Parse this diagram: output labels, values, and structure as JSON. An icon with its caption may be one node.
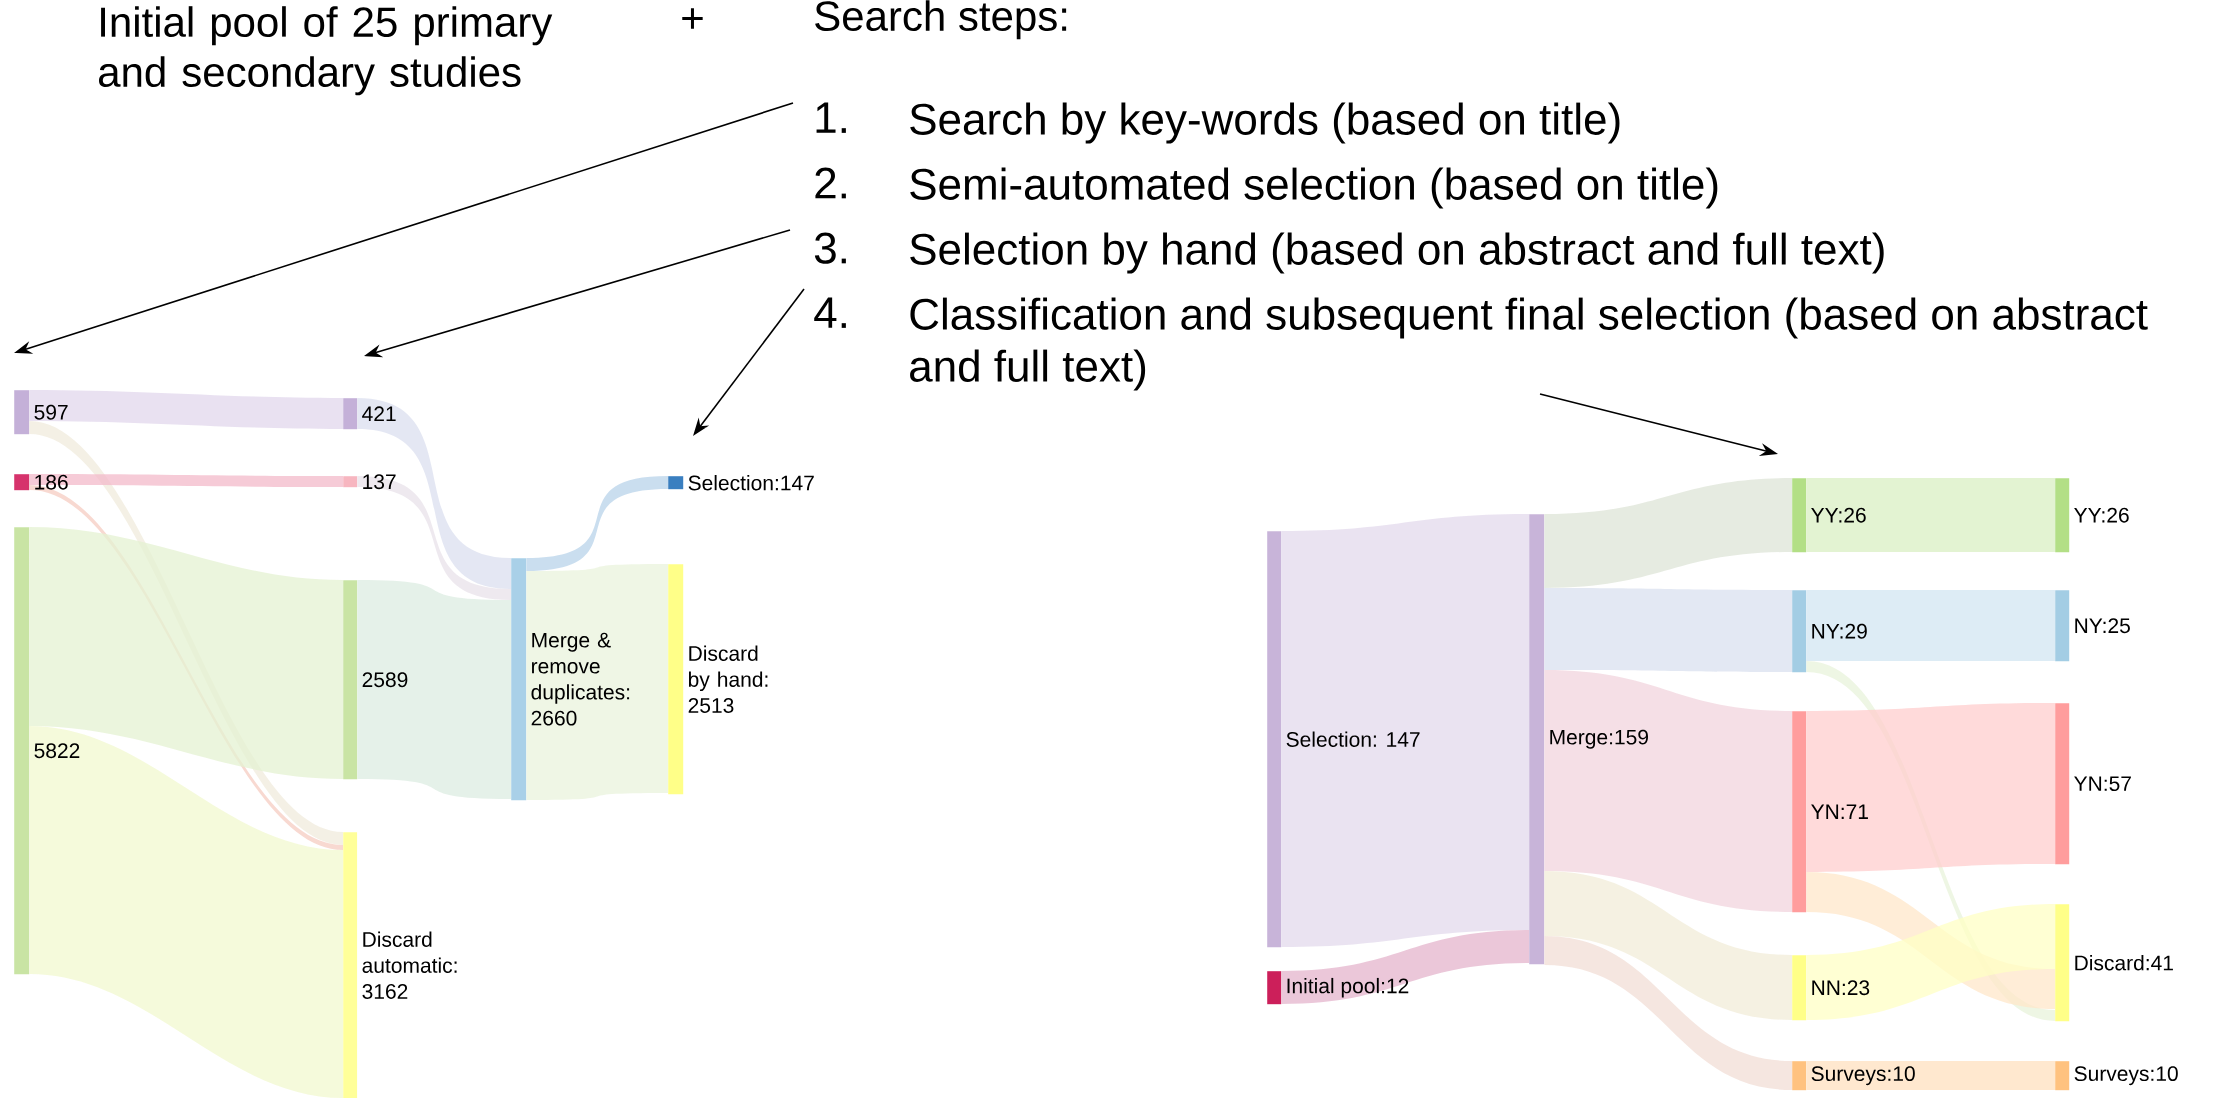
{
  "diagram": {
    "nodes": [
      {
        "text": [
          "1.",
          "Search by key-words (based on title)"
        ]
      },
      {
        "text": [
          "2.",
          "Semi-automated selection (based on title)"
        ]
      },
      {
        "text": [
          "3.",
          "Selection by hand (based on abstract and full text)"
        ]
      },
      {
        "text": [
          "4.",
          "Classification and subsequent final selection (based on abstract and full text)"
        ]
      },
      {
        "text": [
          "597"
        ]
      },
      {
        "text": [
          "186"
        ]
      },
      {
        "text": [
          "5822"
        ]
      },
      {
        "text": [
          "421"
        ]
      },
      {
        "text": [
          "137"
        ]
      },
      {
        "text": [
          "2589"
        ]
      },
      {
        "text": [
          "Discard automatic: 3162"
        ]
      },
      {
        "text": [
          "Merge & remove duplicates: 2660"
        ]
      },
      {
        "text": [
          "Selection:147"
        ]
      },
      {
        "text": [
          "Discard by hand: 2513"
        ]
      },
      {
        "text": [
          "Selection:  147"
        ]
      },
      {
        "text": [
          "Initial pool:12"
        ]
      },
      {
        "text": [
          "Merge:159"
        ]
      },
      {
        "text": [
          "YY:26"
        ]
      },
      {
        "text": [
          "NY:29"
        ]
      },
      {
        "text": [
          "YN:71"
        ]
      },
      {
        "text": [
          "NN:23"
        ]
      },
      {
        "text": [
          "Surveys:10"
        ]
      },
      {
        "text": [
          "YY:26"
        ]
      },
      {
        "text": [
          "NY:25"
        ]
      },
      {
        "text": [
          "YN:57"
        ]
      },
      {
        "text": [
          "Discard:41"
        ]
      },
      {
        "text": [
          "Surveys:10"
        ]
      }
    ],
    "edges": [
      {
        "from": 0,
        "to": 4,
        "arrow": "to"
      },
      {
        "from": 1,
        "to": 7,
        "arrow": "to"
      },
      {
        "from": 2,
        "to": 12,
        "arrow": "to"
      },
      {
        "from": 3,
        "to": 17,
        "arrow": "to"
      },
      {
        "from": 4,
        "to": 7,
        "arrow": "none"
      },
      {
        "from": 4,
        "to": 10,
        "arrow": "none"
      },
      {
        "from": 5,
        "to": 8,
        "arrow": "none"
      },
      {
        "from": 5,
        "to": 10,
        "arrow": "none"
      },
      {
        "from": 6,
        "to": 9,
        "arrow": "none"
      },
      {
        "from": 6,
        "to": 10,
        "arrow": "none"
      },
      {
        "from": 7,
        "to": 11,
        "arrow": "none"
      },
      {
        "from": 8,
        "to": 11,
        "arrow": "none"
      },
      {
        "from": 9,
        "to": 11,
        "arrow": "none"
      },
      {
        "from": 11,
        "to": 12,
        "arrow": "none"
      },
      {
        "from": 11,
        "to": 13,
        "arrow": "none"
      },
      {
        "from": 14,
        "to": 16,
        "arrow": "none"
      },
      {
        "from": 15,
        "to": 16,
        "arrow": "none"
      },
      {
        "from": 16,
        "to": 17,
        "arrow": "none"
      },
      {
        "from": 16,
        "to": 18,
        "arrow": "none"
      },
      {
        "from": 16,
        "to": 19,
        "arrow": "none"
      },
      {
        "from": 16,
        "to": 20,
        "arrow": "none"
      },
      {
        "from": 16,
        "to": 21,
        "arrow": "none"
      },
      {
        "from": 17,
        "to": 22,
        "arrow": "none"
      },
      {
        "from": 18,
        "to": 23,
        "arrow": "none"
      },
      {
        "from": 18,
        "to": 25,
        "arrow": "none"
      },
      {
        "from": 19,
        "to": 24,
        "arrow": "none"
      },
      {
        "from": 19,
        "to": 25,
        "arrow": "none"
      },
      {
        "from": 20,
        "to": 25,
        "arrow": "none"
      },
      {
        "from": 21,
        "to": 26,
        "arrow": "none"
      }
    ],
    "labels": [
      "Initial pool of 25 primary and secondary studies",
      "+",
      "Search steps:"
    ]
  }
}
